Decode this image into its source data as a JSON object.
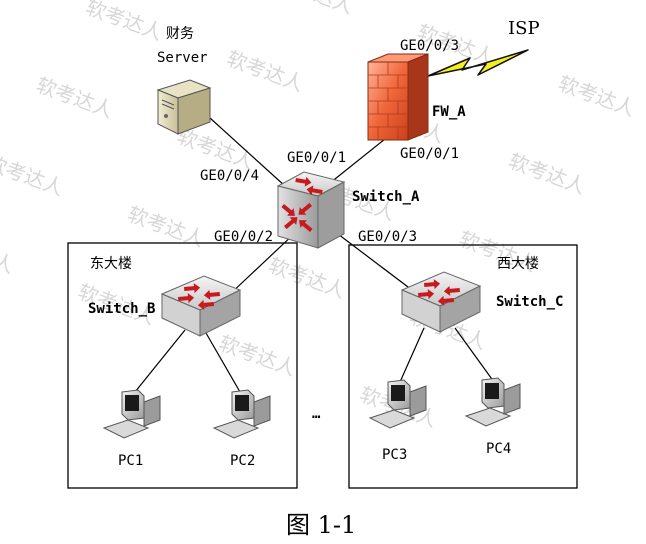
{
  "watermark": "软考达人",
  "caption": "图 1-1",
  "isp_label": "ISP",
  "server": {
    "line1": "财务",
    "line2": "Server"
  },
  "firewall": {
    "name": "FW_A",
    "port_isp": "GE0/0/3",
    "port_switch": "GE0/0/1"
  },
  "core_switch": {
    "name": "Switch_A",
    "port_fw": "GE0/0/1",
    "port_server": "GE0/0/4",
    "port_east": "GE0/0/2",
    "port_west": "GE0/0/3"
  },
  "east_building": {
    "name": "东大楼",
    "switch": "Switch_B",
    "pcs": [
      "PC1",
      "PC2"
    ]
  },
  "west_building": {
    "name": "西大楼",
    "switch": "Switch_C",
    "pcs": [
      "PC3",
      "PC4"
    ]
  },
  "ellipsis": "…",
  "colors": {
    "link": "#000000",
    "firewall_red": "#e8552a",
    "lightning": "#f5ef1e",
    "switch_gray": "#c8c8c8",
    "arrow_red": "#c8191e"
  }
}
